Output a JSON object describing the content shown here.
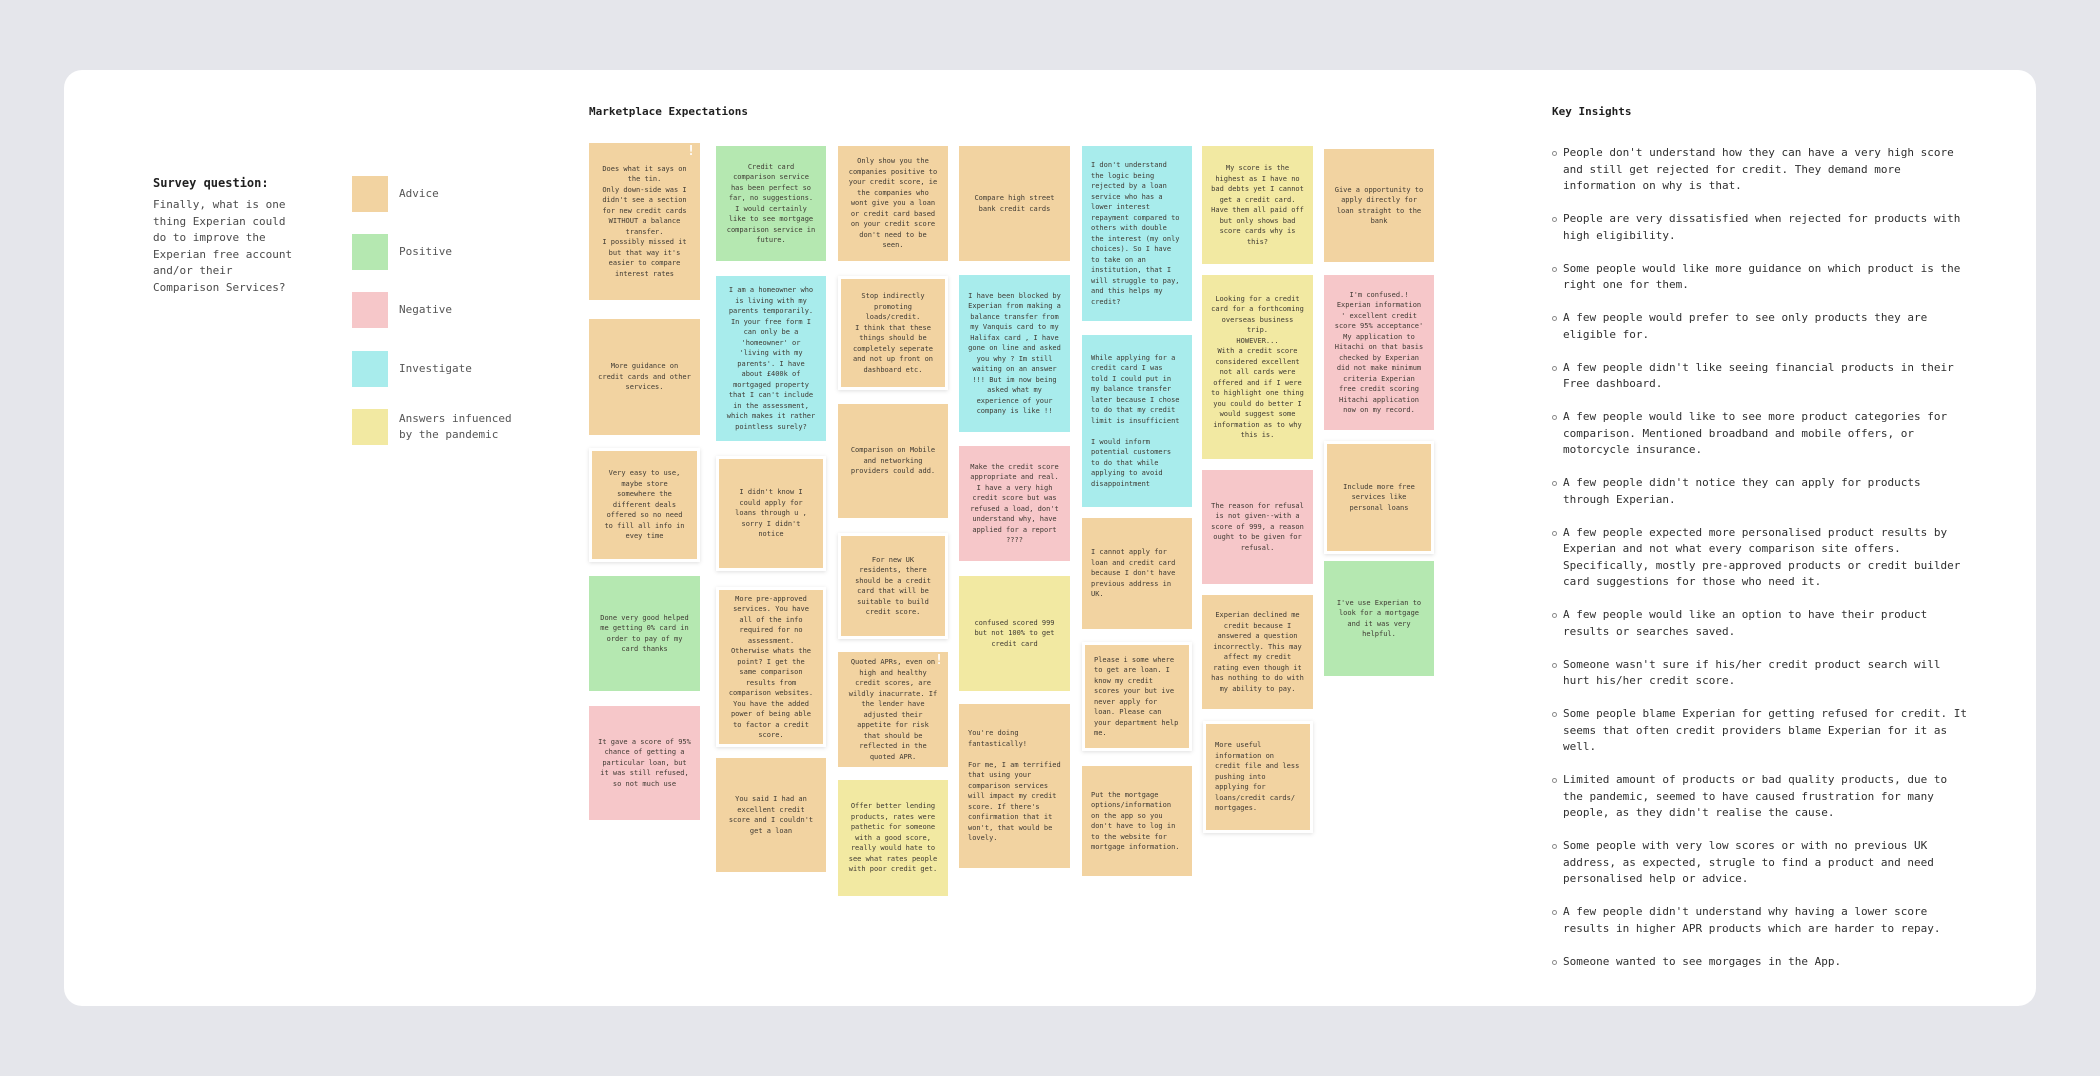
{
  "survey": {
    "title": "Survey question:",
    "question": "Finally, what is one thing Experian could do to improve the Experian free account and/or their Comparison Services?"
  },
  "legend": [
    {
      "label": "Advice",
      "color": "#f2d3a1"
    },
    {
      "label": "Positive",
      "color": "#b5e8b1"
    },
    {
      "label": "Negative",
      "color": "#f6c7c9"
    },
    {
      "label": "Investigate",
      "color": "#a8ecec"
    },
    {
      "label": "Answers infuenced by the pandemic",
      "color": "#f2e9a2"
    }
  ],
  "marketplace": {
    "title": "Marketplace Expectations",
    "notes": [
      {
        "category": "advice",
        "flag": "!",
        "text": "Does what it says on the tin.\nOnly down-side was I didn't see a section for new credit cards WITHOUT a balance transfer.\nI possibly missed it but that way it's easier to compare interest rates"
      },
      {
        "category": "advice",
        "text": "More guidance on credit cards and other services."
      },
      {
        "category": "advice",
        "bordered": true,
        "text": "Very easy to use, maybe store somewhere the different deals offered so no need to fill all info in evey time"
      },
      {
        "category": "positive",
        "text": "Done very good helped me getting 0% card in order to pay of my card thanks"
      },
      {
        "category": "negative",
        "text": "It gave a score of 95% chance of getting a particular loan, but it was still refused, so not much use"
      },
      {
        "category": "positive",
        "text": "Credit card comparison service has been perfect so far, no suggestions. I would certainly like to see mortgage comparison service in future."
      },
      {
        "category": "investigate",
        "text": "I am a homeowner who is living with my parents temporarily. In your free form I can only be a 'homeowner' or 'living with my parents'. I have about £400k of mortgaged property that I can't include in the assessment, which makes it rather pointless surely?"
      },
      {
        "category": "advice",
        "bordered": true,
        "text": "I didn't know I could apply for loans through u , sorry I didn't notice"
      },
      {
        "category": "advice",
        "bordered": true,
        "text": "More pre-approved services. You have all of the info required for no assessment. Otherwise whats the point? I get the same comparison results from comparison websites. You have the added power of being able to factor a credit score."
      },
      {
        "category": "advice",
        "text": "You said I had an excellent credit score and I couldn't get a loan"
      },
      {
        "category": "advice",
        "text": "Only show you the companies positive to your credit score, ie the companies who wont give you a loan or credit card based on your credit score don't need to be seen."
      },
      {
        "category": "advice",
        "bordered": true,
        "text": "Stop indirectly promoting loads/credit.\nI think that these things should be completely seperate and not up front on dashboard etc."
      },
      {
        "category": "advice",
        "text": "Comparison on Mobile and networking providers could add."
      },
      {
        "category": "advice",
        "bordered": true,
        "text": "For new UK residents, there should be a credit card that will be suitable to build credit score."
      },
      {
        "category": "advice",
        "flag": "!",
        "text": "Quoted APRs, even on high and healthy credit scores, are wildly inacurrate. If the lender have adjusted their appetite for risk that should be reflected in the quoted APR."
      },
      {
        "category": "pandemic",
        "text": "Offer better lending products, rates were pathetic for someone with a good score, really would hate to see what rates people with poor credit get."
      },
      {
        "category": "advice",
        "text": "Compare high street bank credit cards"
      },
      {
        "category": "investigate",
        "text": "I have been blocked by Experian from making a balance transfer from my Vanquis card to my Halifax card , I have gone on line and asked you why ? Im still waiting on an answer !!! But im now being asked what my experience of your company is like !!"
      },
      {
        "category": "negative",
        "text": "Make the credit score appropriate and real. I have a very high credit score but was refused a load, don't understand why, have applied for a report ????"
      },
      {
        "category": "pandemic",
        "text": "confused scored 999 but not 100% to get credit card"
      },
      {
        "category": "advice",
        "left": true,
        "text": "You're doing fantastically!\n\nFor me, I am terrified that using your comparison services will impact my credit score. If there's confirmation that it won't, that would be lovely."
      },
      {
        "category": "investigate",
        "left": true,
        "text": "I don't understand the logic being rejected by a loan service who has a lower interest repayment compared to others with double the interest (my only choices). So I have to take on an institution, that I will struggle to pay, and this helps my credit?"
      },
      {
        "category": "investigate",
        "left": true,
        "text": "While applying for a credit card I was told I could put in my balance transfer later because I chose to do that my credit limit is insufficient\n\nI would inform potential customers to do that while applying to avoid disappointment"
      },
      {
        "category": "advice",
        "left": true,
        "text": "I cannot apply for loan and credit card because I don't have previous address in UK."
      },
      {
        "category": "advice",
        "left": true,
        "bordered": true,
        "text": "Please i some where to get are loan. I know my credit scores your but ive never apply for loan. Please can your department help me."
      },
      {
        "category": "advice",
        "left": true,
        "text": "Put the mortgage options/information on the app so you don't have to log in to the website for mortgage information."
      },
      {
        "category": "pandemic",
        "text": "My score is the highest as I have no bad debts yet I cannot get a credit card. Have them all paid off but only shows bad score cards why is this?"
      },
      {
        "category": "pandemic",
        "text": "Looking for a credit card for a forthcoming overseas business trip.\nHOWEVER...\nWith a credit score considered excellent not all cards were offered and if I were to highlight one thing you could do better I would suggest some information as to why this is."
      },
      {
        "category": "negative",
        "text": "The reason for refusal is not given--with a score of 999, a reason ought to be given for refusal."
      },
      {
        "category": "advice",
        "text": "Experian declined me credit because I answered a question incorrectly. This may affect my credit rating even though it has nothing to do with my ability to pay."
      },
      {
        "category": "advice",
        "left": true,
        "bordered": true,
        "text": "More useful information on credit file and less pushing into applying for loans/credit cards/ mortgages."
      },
      {
        "category": "advice",
        "text": "Give a opportunity to apply directly for loan straight to the bank"
      },
      {
        "category": "negative",
        "text": "I'm confused.! Experian information ' excellent credit score 95% acceptance' My application to Hitachi on that basis checked by Experian did not make minimum criteria Experian free credit scoring Hitachi application now on my record."
      },
      {
        "category": "advice",
        "bordered": true,
        "text": "Include more free services like personal loans"
      },
      {
        "category": "positive",
        "text": "I've use Experian to look for a mortgage and it was very helpful."
      }
    ]
  },
  "insights": {
    "title": "Key Insights",
    "items": [
      "People don't understand how they can have a very high score and still get rejected for credit. They demand more information on why is that.",
      "People are very dissatisfied when rejected for products with high eligibility.",
      "Some people would like more guidance on which product is the right one for them.",
      "A few people would prefer to see only products they are eligible for.",
      "A few people didn't like seeing financial products in their Free dashboard.",
      "A few people would like to see more product categories for comparison. Mentioned broadband and mobile offers, or motorcycle insurance.",
      "A few people didn't notice they can apply for products through Experian.",
      "A few people expected more personalised product results by Experian and not what every comparison site offers. Specifically, mostly pre-approved products or credit builder card suggestions for those who need it.",
      "A few people would like an option to have their product results or searches saved.",
      "Someone wasn't sure if his/her credit product search will hurt his/her credit score.",
      "Some people blame Experian for getting refused for credit. It seems that often credit providers blame Experian for it as well.",
      "Limited amount of products or bad quality products, due to the pandemic, seemed to have caused frustration for many people, as they didn't realise the cause.",
      "Some people with very low scores or with no previous UK address, as expected, strugle to find a product and need personalised help or advice.",
      "A few people didn't understand why having a lower score results in higher APR products which are harder to repay.",
      "Someone wanted to see morgages in the App."
    ]
  }
}
